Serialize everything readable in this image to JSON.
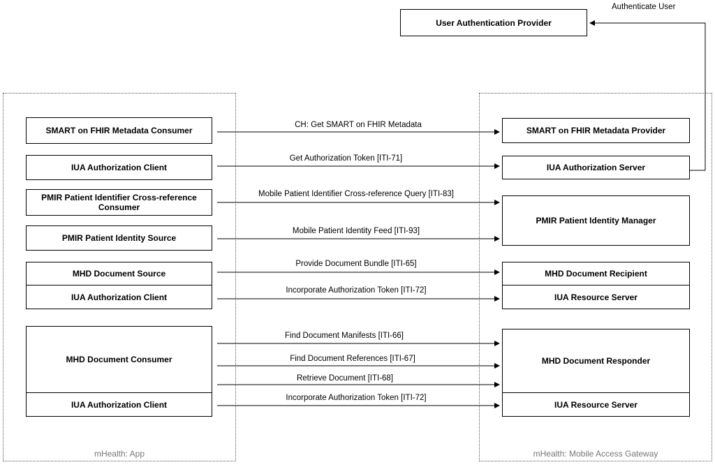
{
  "top_provider": {
    "label": "User Authentication Provider"
  },
  "authenticate_label": "Authenticate User",
  "groups": {
    "app": "mHealth: App",
    "gateway": "mHealth: Mobile Access Gateway"
  },
  "left_actors": [
    "SMART on FHIR Metadata Consumer",
    "IUA Authorization Client",
    "PMIR Patient Identifier Cross-reference Consumer",
    "PMIR Patient Identity Source",
    "MHD Document Source",
    "IUA Authorization Client",
    "MHD Document Consumer",
    "IUA Authorization Client"
  ],
  "right_actors": [
    "SMART on FHIR Metadata Provider",
    "IUA Authorization Server",
    "PMIR Patient Identity Manager",
    "MHD Document Recipient",
    "IUA Resource Server",
    "MHD Document Responder",
    "IUA Resource Server"
  ],
  "transactions": [
    "CH: Get SMART on FHIR Metadata",
    "Get Authorization Token [ITI-71]",
    "Mobile Patient Identifier Cross-reference Query [ITI-83]",
    "Mobile Patient Identity Feed [ITI-93]",
    "Provide Document Bundle [ITI-65]",
    "Incorporate Authorization Token [ITI-72]",
    "Find Document Manifests [ITI-66]",
    "Find Document References [ITI-67]",
    "Retrieve Document [ITI-68]",
    "Incorporate Authorization Token [ITI-72]"
  ]
}
